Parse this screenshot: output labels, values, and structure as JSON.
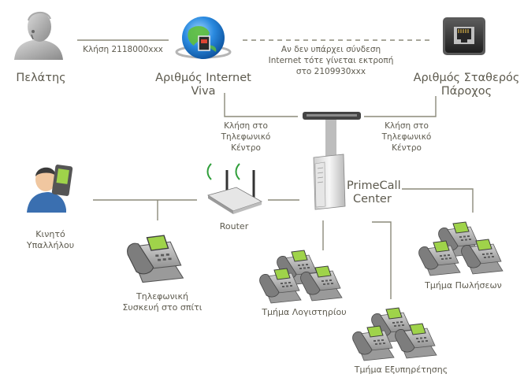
{
  "nodes": {
    "customer": "Πελάτης",
    "internet_number_line1": "Αριθμός Internet",
    "internet_number_line2": "Viva",
    "fixed_number_line1": "Αριθμός Σταθερός",
    "fixed_number_line2": "Πάροχος",
    "primecall_line1": "PrimeCall",
    "primecall_line2": "Center",
    "router": "Router",
    "mobile_line1": "Κινητό",
    "mobile_line2": "Υπαλλήλου",
    "home_phone_line1": "Τηλεφωνική",
    "home_phone_line2": "Συσκευή στο σπίτι",
    "dept_accounting": "Τμήμα Λογιστηρίου",
    "dept_sales": "Τμήμα Πωλήσεων",
    "dept_service": "Τμήμα Εξυπηρέτησης"
  },
  "edges": {
    "call_number": "Κλήση 2118000xxx",
    "fallback_line1": "Αν δεν υπάρχει σύνδεση",
    "fallback_line2": "Internet τότε γίνεται εκτροπή",
    "fallback_line3": "στο 2109930xxx",
    "call_center_left_line1": "Κλήση στο",
    "call_center_left_line2": "Τηλεφωνικό",
    "call_center_left_line3": "Κέντρο",
    "call_center_right_line1": "Κλήση στο",
    "call_center_right_line2": "Τηλεφωνικό",
    "call_center_right_line3": "Κέντρο"
  },
  "colors": {
    "text": "#5d5a4e",
    "connector": "#8c8a7a",
    "screen": "#9fd34a",
    "globe": "#1e7fd6"
  },
  "icons": [
    "customer-person-icon",
    "internet-globe-icon",
    "ethernet-port-icon",
    "server-icon",
    "router-icon",
    "mobile-user-icon",
    "desk-phone-icon"
  ]
}
